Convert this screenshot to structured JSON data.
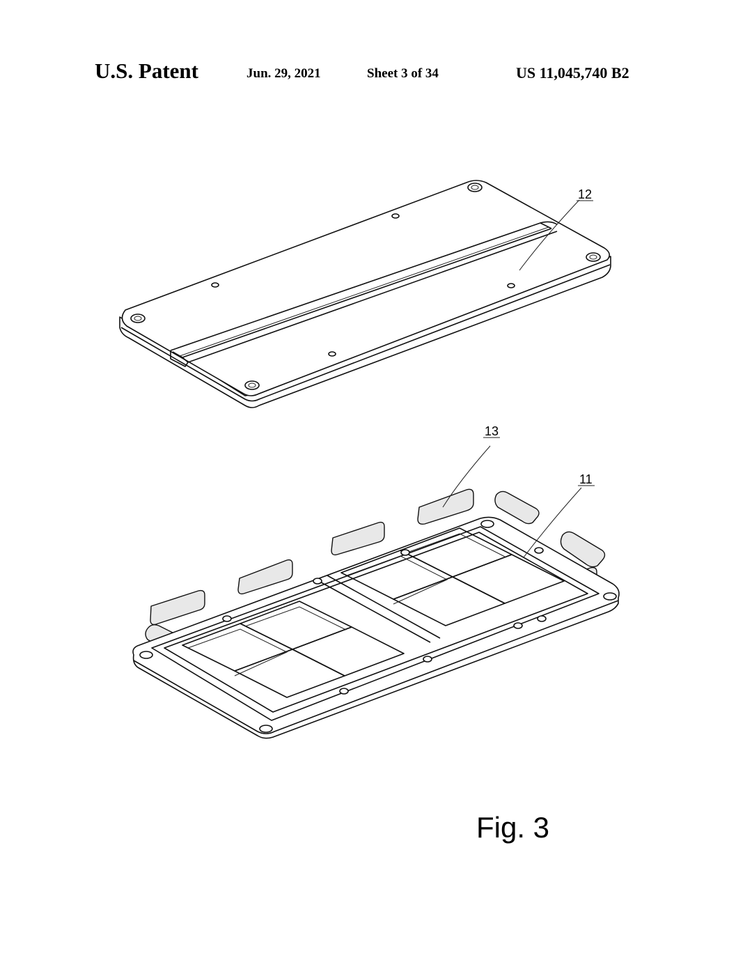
{
  "header": {
    "publication": "U.S. Patent",
    "date": "Jun. 29, 2021",
    "sheet": "Sheet 3 of 34",
    "patent_number": "US 11,045,740 B2"
  },
  "reference_numerals": {
    "upper_plate": "12",
    "spacer_blocks": "13",
    "lower_frame": "11"
  },
  "figure_label": "Fig. 3"
}
